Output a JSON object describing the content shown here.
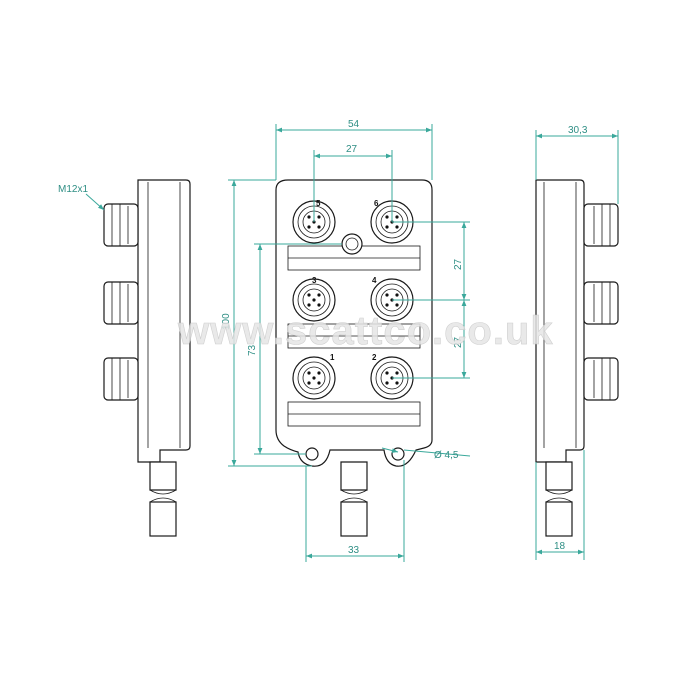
{
  "dimensions": {
    "width_overall": "54",
    "port_pitch_h": "27",
    "height_overall": "100",
    "port_span_v": "73",
    "port_pitch_v1": "27",
    "port_pitch_v2": "27",
    "mount_hole_diameter": "Ø 4,5",
    "mount_hole_spacing": "33",
    "side_width_top": "30,3",
    "side_width_bottom": "18",
    "thread": "M12x1"
  },
  "ports": [
    "5",
    "6",
    "3",
    "4",
    "1",
    "2"
  ],
  "watermark": "www.scattco.co.uk",
  "colors": {
    "dimension": "#3aa89b",
    "outline": "#1a1a1a"
  }
}
